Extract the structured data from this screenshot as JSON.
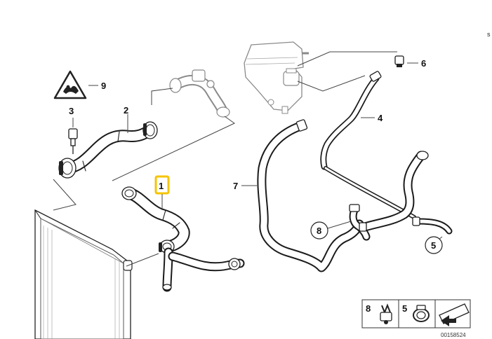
{
  "corner_mark": "s",
  "callouts": {
    "c1": "1",
    "c2": "2",
    "c3": "3",
    "c4": "4",
    "c5": "5",
    "c6": "6",
    "c7": "7",
    "c8": "8",
    "c9": "9"
  },
  "legend": {
    "item_a": "8",
    "item_b": "5"
  },
  "drawing_number": "00158524",
  "colors": {
    "highlight": "#f5c400",
    "line": "#1b1b1b",
    "ghost": "#8a8a8a"
  }
}
